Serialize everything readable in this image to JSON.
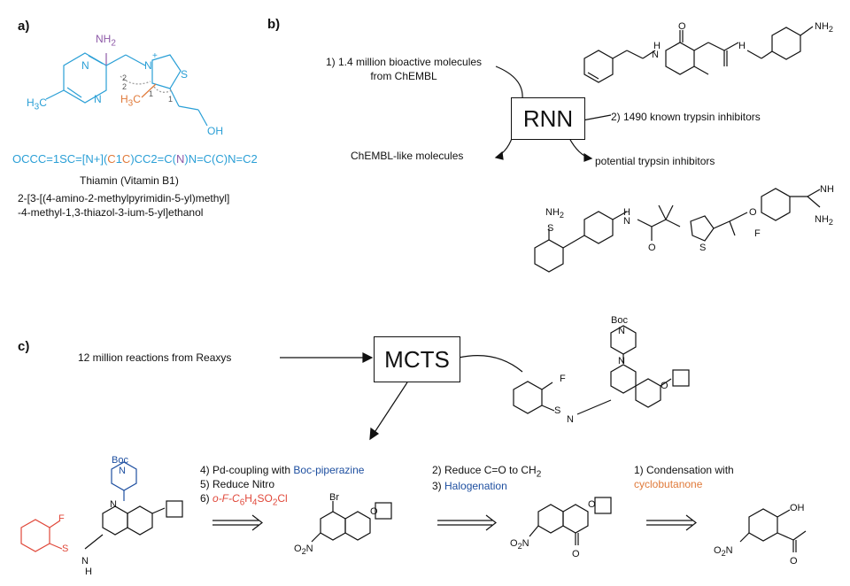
{
  "panel_a": {
    "label": "a)",
    "atoms": {
      "nh2": "NH",
      "nh2_sub": "2",
      "h3c": "H",
      "h3c_sub": "3",
      "h3c_c": "C",
      "n1": "N",
      "n2": "N",
      "n3": "N",
      "nplus": "+",
      "s": "S",
      "oh": "OH",
      "num2a": "2",
      "num2b": "2",
      "num1a": "1",
      "num1b": "1",
      "ch3": "H",
      "ch3_sub": "3",
      "ch3_c": "C"
    },
    "smiles": {
      "p1": "OCCC=1SC=[N+](",
      "p2": "C",
      "p3": "1",
      "p4": "C",
      "p5": ")CC2=C(",
      "p6": "N",
      "p7": ")N=C(",
      "p8": "C",
      "p9": ")N=C2"
    },
    "name": "Thiamin (Vitamin B1)",
    "iupac_line1": "2-[3-[(4-amino-2-methylpyrimidin-5-yl)methyl]",
    "iupac_line2": "-4-methyl-1,3-thiazol-3-ium-5-yl]ethanol"
  },
  "panel_b": {
    "label": "b)",
    "input_line1": "1) 1.4 million bioactive molecules",
    "input_line2": "from ChEMBL",
    "box": "RNN",
    "finetune": "2) 1490  known trypsin inhibitors",
    "output_left": "ChEMBL-like molecules",
    "output_right": "potential trypsin inhibitors",
    "mol1": {
      "h": "H",
      "n": "N",
      "o": "O",
      "nh2": "NH",
      "nh2_sub": "2"
    },
    "mol2": {
      "nh2": "NH",
      "nh2_sub": "2",
      "o": "O",
      "s": "S",
      "h": "H",
      "n": "N",
      "f": "F",
      "nh": "NH"
    }
  },
  "panel_c": {
    "label": "c)",
    "input": "12 million reactions from Reaxys",
    "box": "MCTS",
    "target": {
      "boc": "Boc",
      "n": "N",
      "f": "F",
      "o": "O",
      "s": "S",
      "h": "H"
    },
    "step_a1": "4) Pd-coupling with ",
    "step_a1_hl": "Boc-piperazine",
    "step_a2": "5) Reduce Nitro",
    "step_a3_prefix": "6) ",
    "step_a3": "o-F-C",
    "step_a3_s1": "6",
    "step_a3_h": "H",
    "step_a3_s2": "4",
    "step_a3_tail": "SO",
    "step_a3_s3": "2",
    "step_a3_end": "Cl",
    "step_b1": "2) Reduce C=O to CH",
    "step_b1_sub": "2",
    "step_b2_prefix": "3) ",
    "step_b2": "Halogenation",
    "step_c1": "1) Condensation with",
    "step_c2": "cyclobutanone",
    "int1": {
      "br": "Br",
      "o": "O",
      "o2n": "O",
      "o2n_sub": "2",
      "o2n_n": "N"
    },
    "int2": {
      "o": "O",
      "o2n": "O",
      "o2n_sub": "2",
      "o2n_n": "N"
    },
    "start": {
      "oh": "OH",
      "o": "O",
      "o2n": "O",
      "o2n_sub": "2",
      "o2n_n": "N"
    }
  },
  "colors": {
    "blue": "#2a9fd6",
    "orange": "#e07a3a",
    "purple": "#8e5aa8",
    "navy": "#1e4fa0",
    "red": "#e0483a"
  }
}
